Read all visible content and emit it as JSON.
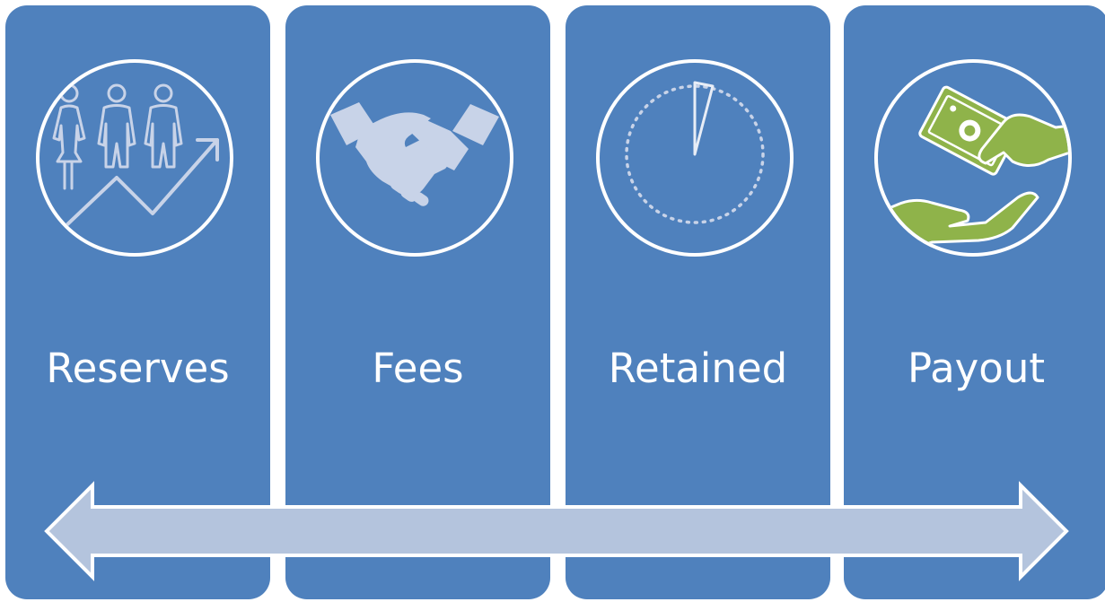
{
  "stages": [
    {
      "label": "Reserves",
      "icon": "people-growth-icon"
    },
    {
      "label": "Fees",
      "icon": "handshake-icon"
    },
    {
      "label": "Retained",
      "icon": "timer-icon"
    },
    {
      "label": "Payout",
      "icon": "money-hands-icon"
    }
  ],
  "colors": {
    "panel": "#4f81bd",
    "arrow_fill": "#b4c4dd",
    "icon_light": "#c8d3e8",
    "money_green": "#8fb34a"
  }
}
